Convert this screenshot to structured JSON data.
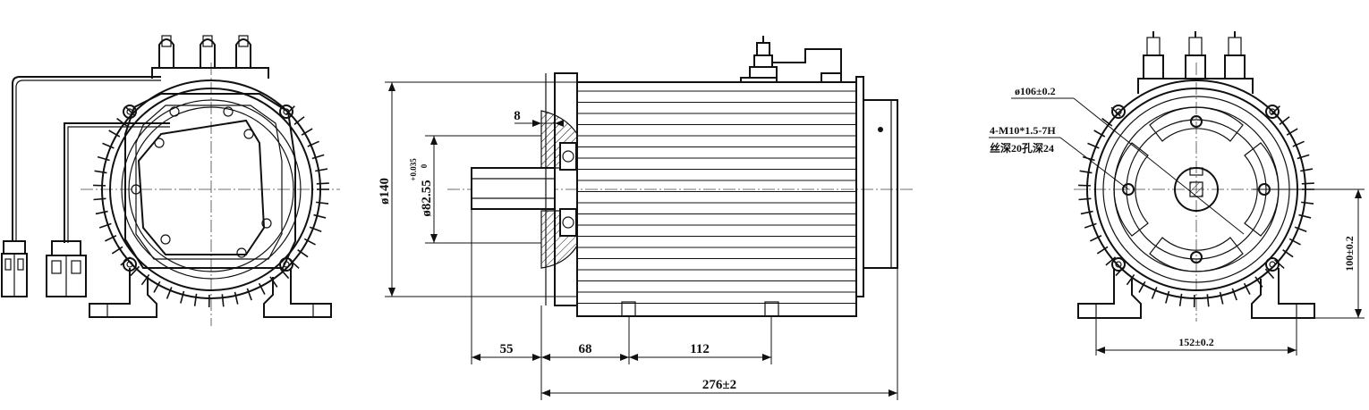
{
  "dimensions": {
    "side_view": {
      "shaft_length": "55",
      "flange_to_fin": "68",
      "mount_spacing": "112",
      "overall_length": "276±2",
      "housing_diameter": "ø140",
      "spigot_diameter": "ø82.55",
      "spigot_tol_upper": "+0.035",
      "spigot_tol_lower": "0",
      "flange_thickness": "8"
    },
    "end_view": {
      "pcd": "ø106±0.2",
      "thread_spec": "4-M10*1.5-7H",
      "thread_depth": "丝深20孔深24",
      "center_height": "100±0.2",
      "foot_width": "152±0.2"
    }
  },
  "colors": {
    "line": "#111111",
    "background": "#ffffff"
  }
}
